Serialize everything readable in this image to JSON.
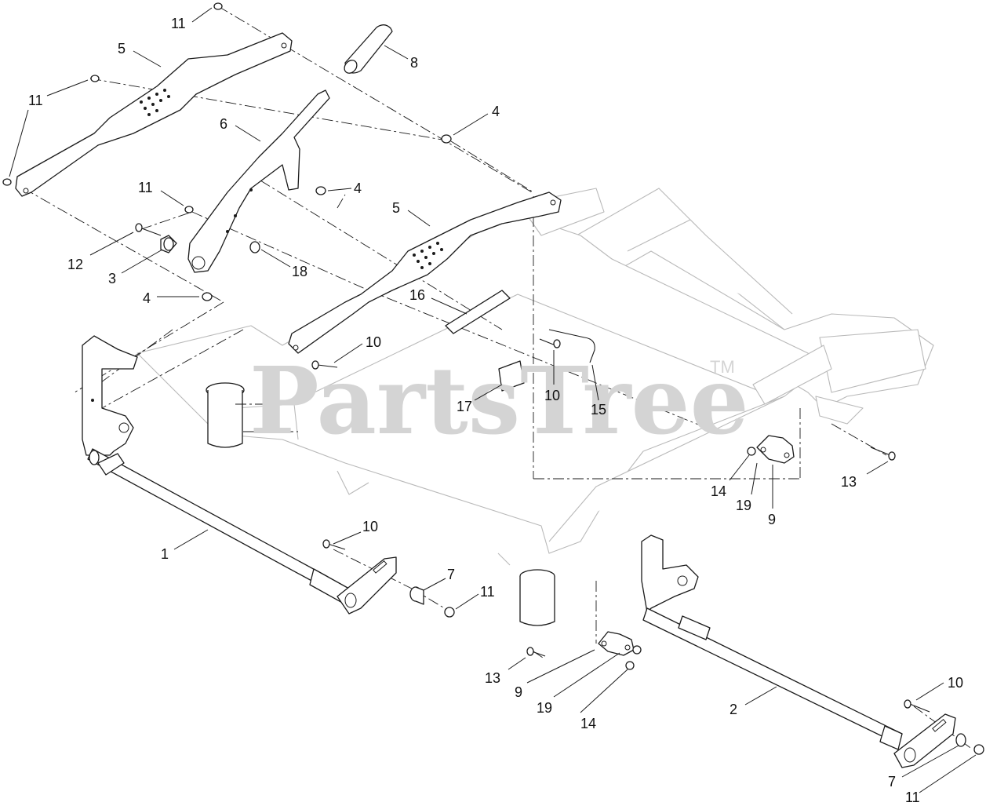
{
  "watermark": {
    "text": "PartsTree",
    "trademark": "TM"
  },
  "callouts": [
    {
      "name": "callout-11-top",
      "label": "11"
    },
    {
      "name": "callout-5-left",
      "label": "5"
    },
    {
      "name": "callout-8",
      "label": "8"
    },
    {
      "name": "callout-11-upper-left",
      "label": "11"
    },
    {
      "name": "callout-6",
      "label": "6"
    },
    {
      "name": "callout-4-upper-right",
      "label": "4"
    },
    {
      "name": "callout-11-mid",
      "label": "11"
    },
    {
      "name": "callout-4-mid",
      "label": "4"
    },
    {
      "name": "callout-5-right",
      "label": "5"
    },
    {
      "name": "callout-12",
      "label": "12"
    },
    {
      "name": "callout-3",
      "label": "3"
    },
    {
      "name": "callout-18",
      "label": "18"
    },
    {
      "name": "callout-4-lower-left",
      "label": "4"
    },
    {
      "name": "callout-16",
      "label": "16"
    },
    {
      "name": "callout-10-upper",
      "label": "10"
    },
    {
      "name": "callout-10-center",
      "label": "10"
    },
    {
      "name": "callout-17",
      "label": "17"
    },
    {
      "name": "callout-15",
      "label": "15"
    },
    {
      "name": "callout-13-right",
      "label": "13"
    },
    {
      "name": "callout-14-right",
      "label": "14"
    },
    {
      "name": "callout-19-right",
      "label": "19"
    },
    {
      "name": "callout-9-right",
      "label": "9"
    },
    {
      "name": "callout-1",
      "label": "1"
    },
    {
      "name": "callout-10-lower-left",
      "label": "10"
    },
    {
      "name": "callout-7-lower-left",
      "label": "7"
    },
    {
      "name": "callout-11-lower-left",
      "label": "11"
    },
    {
      "name": "callout-13-bottom",
      "label": "13"
    },
    {
      "name": "callout-9-bottom",
      "label": "9"
    },
    {
      "name": "callout-19-bottom",
      "label": "19"
    },
    {
      "name": "callout-14-bottom",
      "label": "14"
    },
    {
      "name": "callout-2",
      "label": "2"
    },
    {
      "name": "callout-10-lower-right",
      "label": "10"
    },
    {
      "name": "callout-7-lower-right",
      "label": "7"
    },
    {
      "name": "callout-11-lower-right",
      "label": "11"
    }
  ]
}
